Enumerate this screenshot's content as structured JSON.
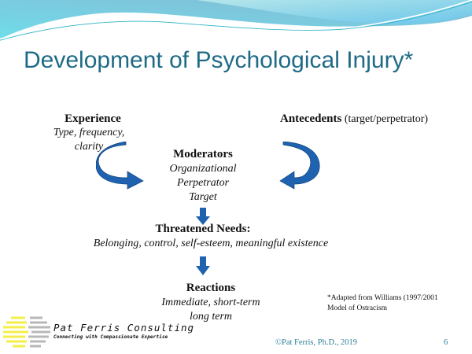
{
  "title": "Development of Psychological Injury*",
  "experience": {
    "heading": "Experience",
    "line1": "Type, frequency,",
    "line2": "clarity"
  },
  "antecedents": {
    "heading": "Antecedents",
    "suffix": " (target/perpetrator)"
  },
  "moderators": {
    "heading": "Moderators",
    "items": [
      "Organizational",
      "Perpetrator",
      "Target"
    ]
  },
  "threatened": {
    "heading": "Threatened Needs:",
    "line": "Belonging, control, self-esteem, meaningful existence"
  },
  "reactions": {
    "heading": "Reactions",
    "line1": "Immediate, short-term",
    "line2": "long term"
  },
  "footnote": {
    "line1": "*Adapted from Williams (1997/2001",
    "line2": "Model of Ostracism"
  },
  "logo": {
    "name": "Pat Ferris Consulting",
    "tagline": "Connecting with Compassionate Expertise"
  },
  "footer": {
    "copyright": "©Pat Ferris, Ph.D., 2019",
    "page": "6"
  },
  "colors": {
    "title": "#1f6b86",
    "arrow": "#1f63b0",
    "wave": "#7fd0e0"
  }
}
